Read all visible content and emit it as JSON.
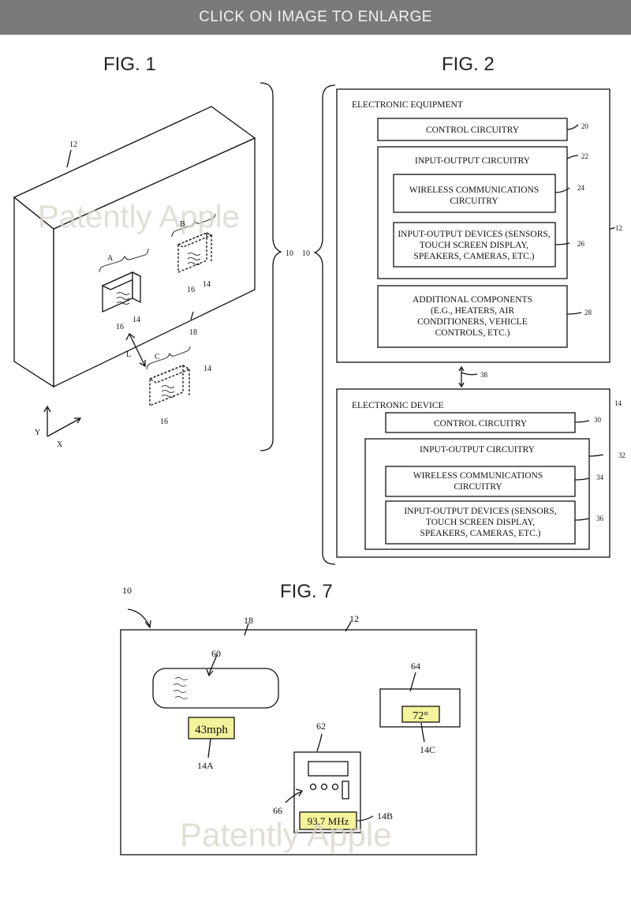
{
  "banner": {
    "text": "CLICK ON IMAGE TO ENLARGE"
  },
  "watermark": "Patently Apple",
  "fig1": {
    "title": "FIG. 1",
    "labels": {
      "housing": "12",
      "region_a": "A",
      "region_b": "B",
      "region_c": "C",
      "device": "14",
      "sensor": "16",
      "edge": "18",
      "distance": "L",
      "axis_y": "Y",
      "axis_x": "X",
      "system": "10"
    }
  },
  "fig2": {
    "title": "FIG. 2",
    "system_label": "10",
    "equipment": {
      "title": "ELECTRONIC EQUIPMENT",
      "ref": "12",
      "control": {
        "text": "CONTROL CIRCUITRY",
        "ref": "20"
      },
      "io": {
        "text": "INPUT-OUTPUT CIRCUITRY",
        "ref": "22",
        "wireless": {
          "line1": "WIRELESS COMMUNICATIONS",
          "line2": "CIRCUITRY",
          "ref": "24"
        },
        "devices": {
          "line1": "INPUT-OUTPUT DEVICES (SENSORS,",
          "line2": "TOUCH SCREEN DISPLAY,",
          "line3": "SPEAKERS, CAMERAS, ETC.)",
          "ref": "26"
        }
      },
      "additional": {
        "line1": "ADDITIONAL COMPONENTS",
        "line2": "(E.G., HEATERS, AIR",
        "line3": "CONDITIONERS, VEHICLE",
        "line4": "CONTROLS, ETC.)",
        "ref": "28"
      }
    },
    "link_ref": "38",
    "device": {
      "title": "ELECTRONIC DEVICE",
      "ref": "14",
      "control": {
        "text": "CONTROL CIRCUITRY",
        "ref": "30"
      },
      "io": {
        "text": "INPUT-OUTPUT CIRCUITRY",
        "ref": "32",
        "wireless": {
          "line1": "WIRELESS COMMUNICATIONS",
          "line2": "CIRCUITRY",
          "ref": "34"
        },
        "devices": {
          "line1": "INPUT-OUTPUT DEVICES (SENSORS,",
          "line2": "TOUCH SCREEN DISPLAY,",
          "line3": "SPEAKERS, CAMERAS, ETC.)",
          "ref": "36"
        }
      }
    }
  },
  "fig7": {
    "title": "FIG. 7",
    "system_ref": "10",
    "edge_ref": "18",
    "housing_ref": "12",
    "mirror_ref": "60",
    "speed_display": "43mph",
    "speed_ref": "14A",
    "radio_ref": "62",
    "radio_panel_ref": "66",
    "radio_display": "93.7 MHz",
    "radio_ref_b": "14B",
    "climate_ref": "64",
    "temp_display": "72°",
    "temp_ref": "14C"
  },
  "colors": {
    "banner_bg": "#7a7a7a",
    "display_fill": "#f4f29a",
    "line": "#111111"
  }
}
